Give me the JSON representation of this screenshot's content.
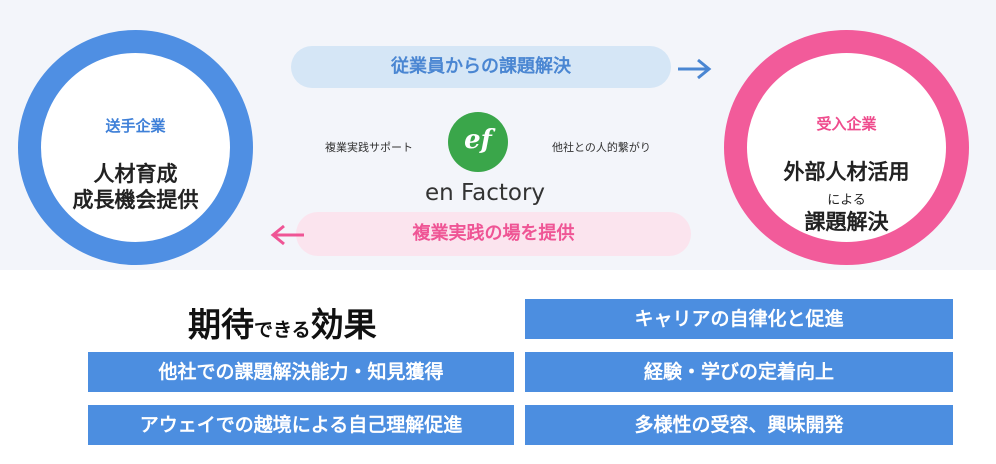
{
  "left_circle": {
    "role": "送手企業",
    "line1": "人材育成",
    "line2": "成長機会提供"
  },
  "right_circle": {
    "role": "受入企業",
    "line1": "外部人材活用",
    "small": "による",
    "line3": "課題解決"
  },
  "top_pill": "従業員からの課題解決",
  "bottom_pill": "複業実践の場を提供",
  "left_side_label": "複業実践サポート",
  "right_side_label": "他社との人的繋がり",
  "logo_text": "ef",
  "brand_name": "en Factory",
  "heading": {
    "big1": "期待",
    "small": "できる",
    "big2": "効果"
  },
  "effects_left": [
    "他社での課題解決能力・知見獲得",
    "アウェイでの越境による自己理解促進"
  ],
  "effects_right": [
    "キャリアの自律化と促進",
    "経験・学びの定着向上",
    "多様性の受容、興味開発"
  ],
  "colors": {
    "blue": "#4f8fe3",
    "pink": "#f25b9a",
    "green": "#3aa64a",
    "box_blue": "#4c8ee0"
  }
}
